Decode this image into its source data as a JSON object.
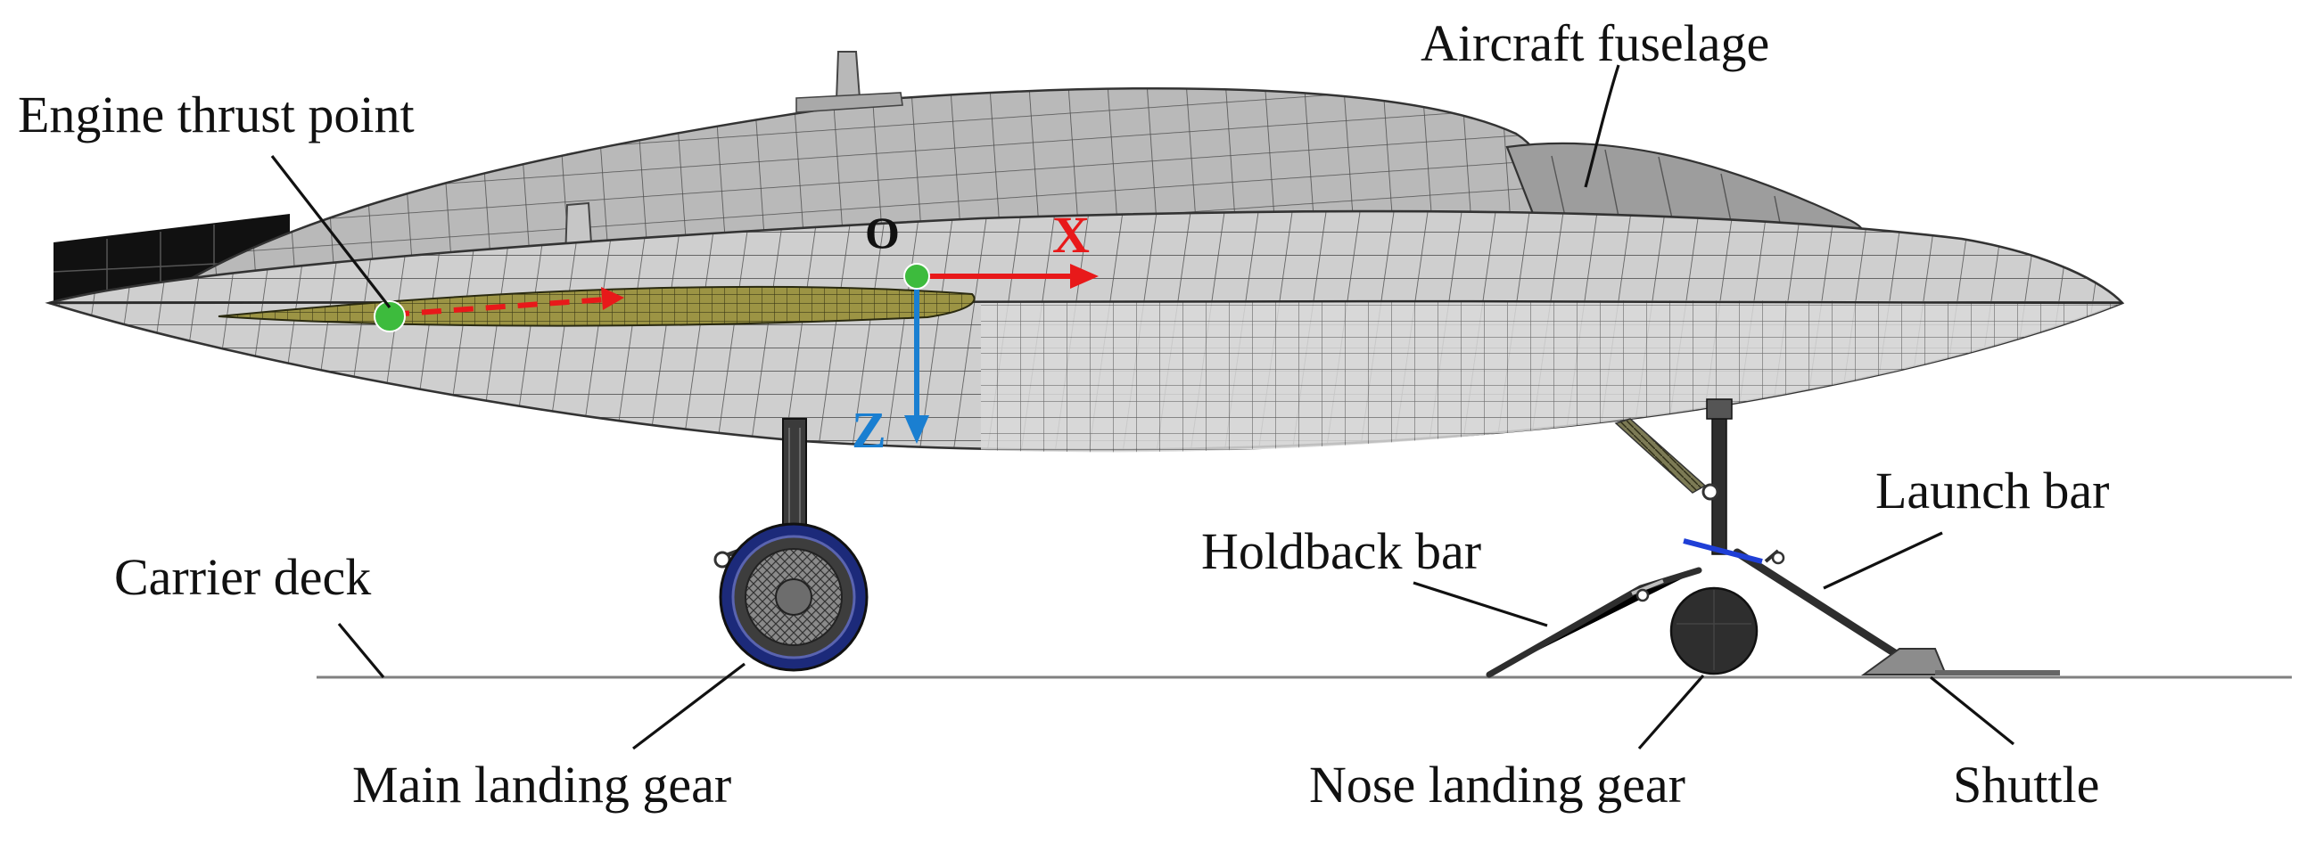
{
  "labels": {
    "engine_thrust_point": "Engine thrust point",
    "aircraft_fuselage": "Aircraft fuselage",
    "launch_bar": "Launch bar",
    "holdback_bar": "Holdback bar",
    "carrier_deck": "Carrier deck",
    "main_landing_gear": "Main landing gear",
    "nose_landing_gear": "Nose landing gear",
    "shuttle": "Shuttle"
  },
  "axes": {
    "origin": "O",
    "x": "X",
    "z": "Z"
  },
  "colors": {
    "x_axis": "#e8191a",
    "z_axis": "#1a7fd1",
    "thrust_vector": "#e8191a",
    "points": "#3dbb3d",
    "fuselage": "#c9c9c9",
    "mesh_lines": "#5a5a5a",
    "engine_duct": "#8f8a3a",
    "launch_bar": "#1f3fd6"
  }
}
